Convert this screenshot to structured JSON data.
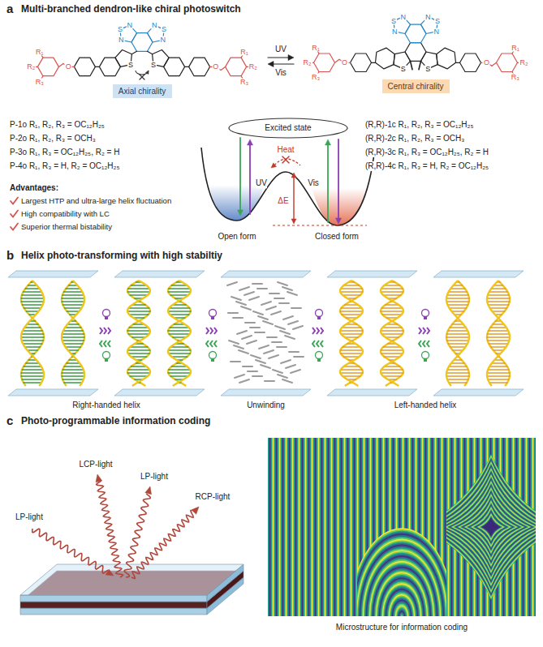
{
  "diagram": {
    "nodes": [
      {
        "text": [
          "Axial chirality"
        ]
      },
      {
        "text": [
          "Central chirality"
        ]
      },
      {
        "text": [
          "Excited state"
        ]
      }
    ],
    "labels": [
      "a",
      "Multi-branched dendron-like chiral photoswitch",
      "R₁",
      "R₂",
      "R₃",
      "O",
      "S",
      "N",
      "S",
      "N",
      "N",
      "S",
      "N",
      "S",
      "O",
      "R₁",
      "R₂",
      "R₃",
      "UV",
      "Vis",
      "R₁",
      "R₂",
      "R₃",
      "O",
      "S",
      "N",
      "S",
      "N",
      "N",
      "S",
      "N",
      "S",
      "O",
      "R₁",
      "R₂",
      "R₃",
      "P-1o R₁, R₂, R₃ = OC₁₂H₂₅",
      "P-2o R₁, R₂, R₃ = OCH₃",
      "P-3o R₁, R₃ = OC₁₂H₂₅, R₂ = H",
      "P-4o R₁, R₃ = H, R₂ = OC₁₂H₂₅",
      "(R,R)-1c R₁, R₂, R₃ = OC₁₂H₂₅",
      "(R,R)-2c R₁, R₂, R₃ = OCH₃",
      "(R,R)-3c R₁, R₃ = OC₁₂H₂₅, R₂ = H",
      "(R,R)-4c R₁, R₃ = H, R₂ = OC₁₂H₂₅",
      "Advantages:",
      "Largest HTP and ultra-large helix fluctuation",
      "High compatibility with LC",
      "Superior thermal bistability",
      "UV",
      "Vis",
      "Heat",
      "ΔE",
      "Open form",
      "Closed form",
      "b",
      "Helix photo-transforming with high stabiltiy",
      "Right-handed helix",
      "Unwinding",
      "Left-handed helix",
      "c",
      "Photo-programmable information coding",
      "LP-light",
      "LCP-light",
      "LP-light",
      "RCP-light",
      "Microstructure for information coding"
    ]
  }
}
